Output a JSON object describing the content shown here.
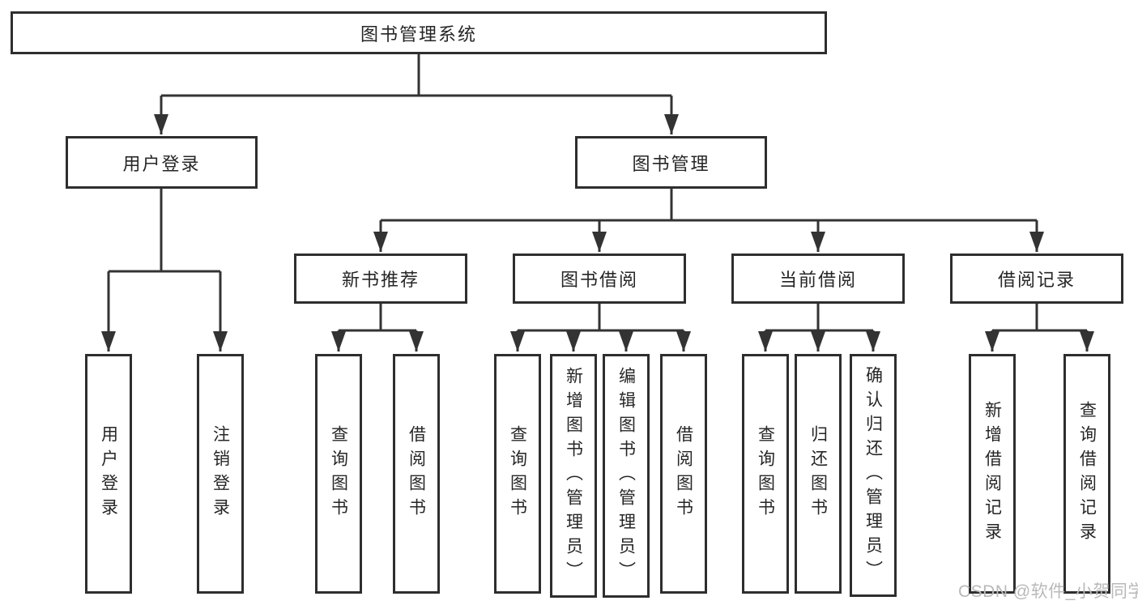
{
  "diagram": {
    "title": {
      "label": "图书管理系统"
    },
    "children": [
      {
        "label": "用户登录",
        "children": [
          {
            "label": "用户登录"
          },
          {
            "label": "注销登录"
          }
        ]
      },
      {
        "label": "图书管理",
        "children": [
          {
            "label": "新书推荐",
            "children": [
              {
                "label": "查询图书"
              },
              {
                "label": "借阅图书"
              }
            ]
          },
          {
            "label": "图书借阅",
            "children": [
              {
                "label": "查询图书"
              },
              {
                "label": "新增图书（管理员）"
              },
              {
                "label": "编辑图书（管理员）"
              },
              {
                "label": "借阅图书"
              }
            ]
          },
          {
            "label": "当前借阅",
            "children": [
              {
                "label": "查询图书"
              },
              {
                "label": "归还图书"
              },
              {
                "label": "确认归还（管理员）"
              }
            ]
          },
          {
            "label": "借阅记录",
            "children": [
              {
                "label": "新增借阅记录"
              },
              {
                "label": "查询借阅记录"
              }
            ]
          }
        ]
      }
    ]
  },
  "watermark": {
    "text": "CSDN @软件_小贺同学",
    "color": "#b9b9b9"
  },
  "colors": {
    "line": "#333333",
    "node_border": "#2e2e2e",
    "node_text": "#262626",
    "background": "#ffffff"
  }
}
